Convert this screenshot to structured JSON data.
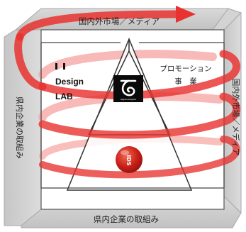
{
  "frame": {
    "top_label": "国内外市場／メディア",
    "bottom_label": "県内企業の取組み",
    "left_label": "県内企業の取組み",
    "right_label": "国内外市場／メディア"
  },
  "left_panel": {
    "logo_line1": "Design",
    "logo_line2": "LAB"
  },
  "right_panel": {
    "line1": "プロモーション",
    "line2": "事　業"
  },
  "logo_caption": "Sapporo Designers",
  "bottom_logo_mark": "IDS",
  "colors": {
    "frame_gray": "#cfcfcf",
    "frame_dark": "#b3b3b3",
    "loop_red": "#e8322f",
    "loop_pink": "#f6a9a6",
    "line": "#444444"
  }
}
